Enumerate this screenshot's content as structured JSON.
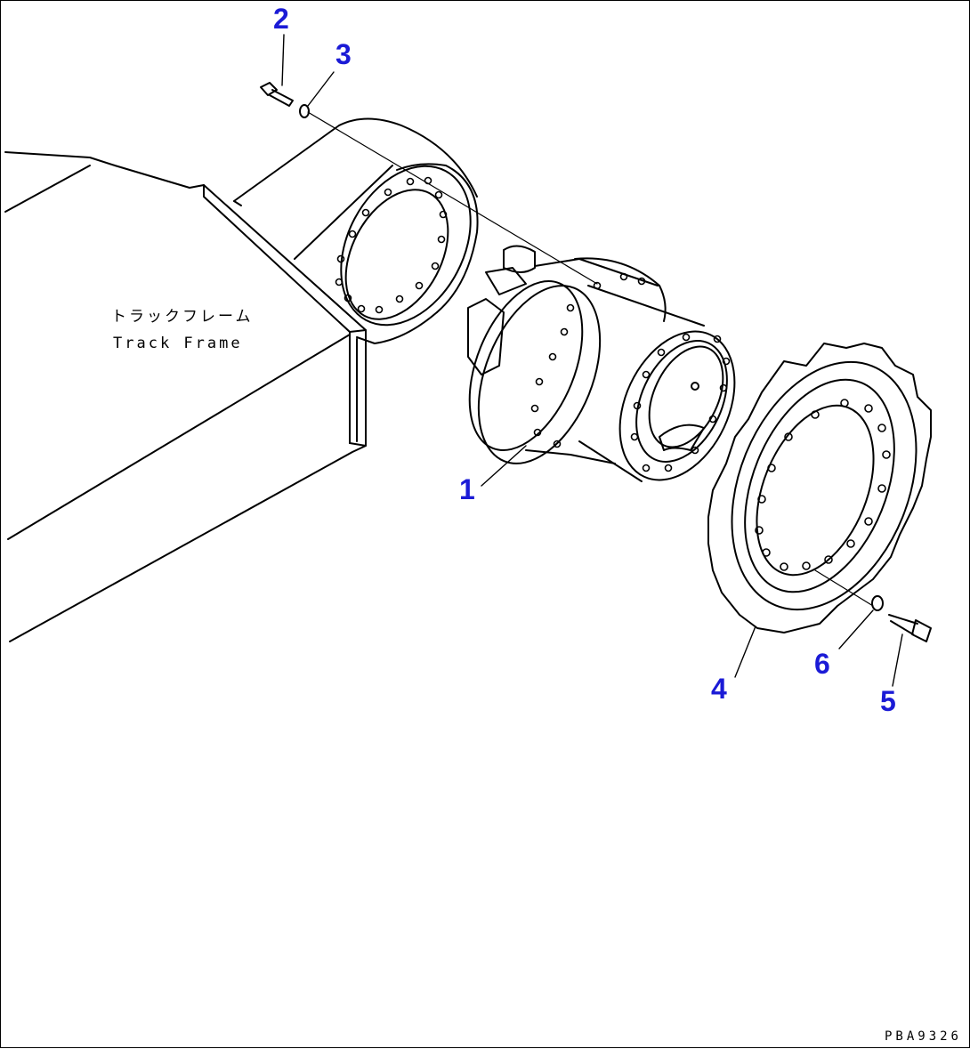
{
  "frame_label": {
    "jp": "トラックフレーム",
    "en": "Track Frame"
  },
  "callouts": [
    "1",
    "2",
    "3",
    "4",
    "5",
    "6"
  ],
  "drawing_code": "PBA9326",
  "colors": {
    "line": "#000000",
    "callout": "#1b1bd6",
    "background": "#ffffff"
  }
}
